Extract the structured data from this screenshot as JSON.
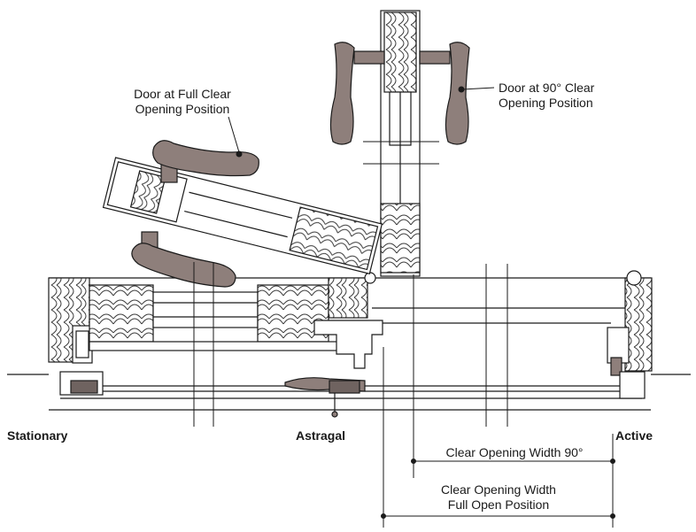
{
  "callouts": {
    "full_clear": [
      "Door at Full Clear",
      "Opening Position"
    ],
    "ninety_clear": [
      "Door at 90° Clear",
      "Opening Position"
    ]
  },
  "positions": {
    "stationary": "Stationary",
    "astragal": "Astragal",
    "active": "Active"
  },
  "dimensions": {
    "width_90": "Clear Opening Width 90°",
    "width_full": [
      "Clear Opening Width",
      "Full Open Position"
    ]
  },
  "colors": {
    "line": "#1a1a1a",
    "hardware": "#8e7f7b",
    "hardware_dark": "#6f6360",
    "wood_grain": "#3a3a3a",
    "wood_fill": "#ffffff"
  }
}
